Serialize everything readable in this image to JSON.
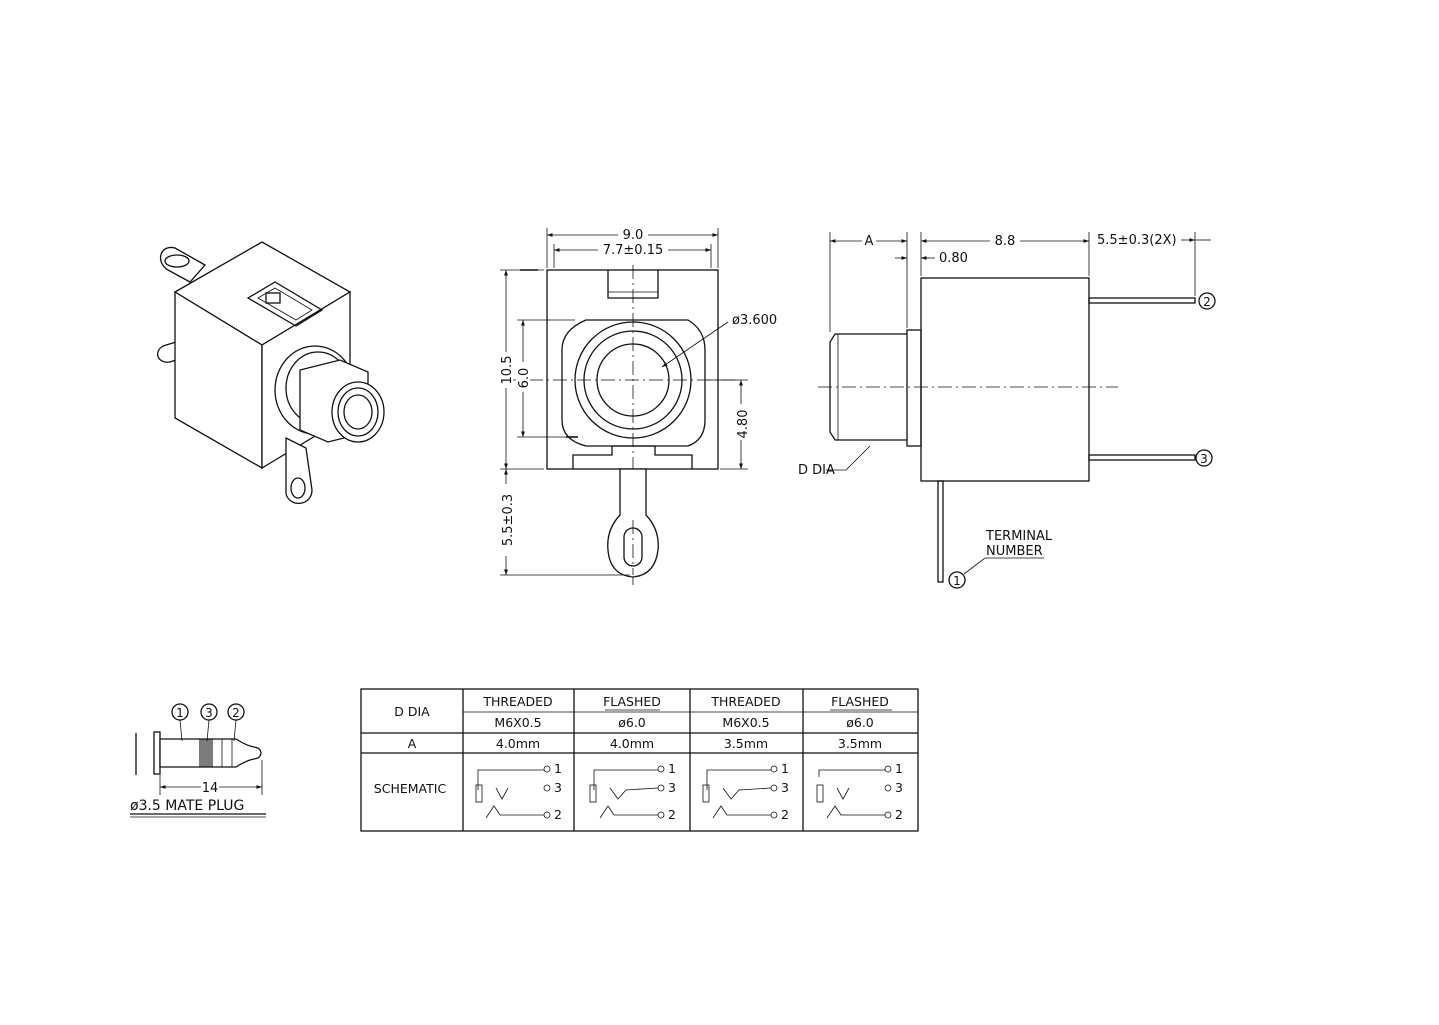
{
  "dimensions": {
    "width_9": "9.0",
    "width_7_7": "7.7±0.15",
    "hole_dia": "ø3.600",
    "height_10_5": "10.5",
    "height_6": "6.0",
    "height_4_8": "4.80",
    "lug_5_5": "5.5±0.3",
    "side_a": "A",
    "side_8_8": "8.8",
    "side_0_8": "0.80",
    "side_pin": "5.5±0.3(2X)",
    "d_dia": "D DIA",
    "terminal_number_1": "TERMINAL",
    "terminal_number_2": "NUMBER"
  },
  "terminals": {
    "t1": "1",
    "t2": "2",
    "t3": "3"
  },
  "plug": {
    "length": "14",
    "caption": "ø3.5 MATE PLUG",
    "terminal_labels": [
      "1",
      "3",
      "2"
    ]
  },
  "table": {
    "row_headers": [
      "D DIA",
      "A",
      "SCHEMATIC"
    ],
    "columns": [
      {
        "type": "THREADED",
        "spec": "M6X0.5",
        "a": "4.0mm"
      },
      {
        "type": "FLASHED",
        "spec": "ø6.0",
        "a": "4.0mm"
      },
      {
        "type": "THREADED",
        "spec": "M6X0.5",
        "a": "3.5mm"
      },
      {
        "type": "FLASHED",
        "spec": "ø6.0",
        "a": "3.5mm"
      }
    ],
    "schematic_labels": [
      "1",
      "3",
      "2"
    ]
  }
}
